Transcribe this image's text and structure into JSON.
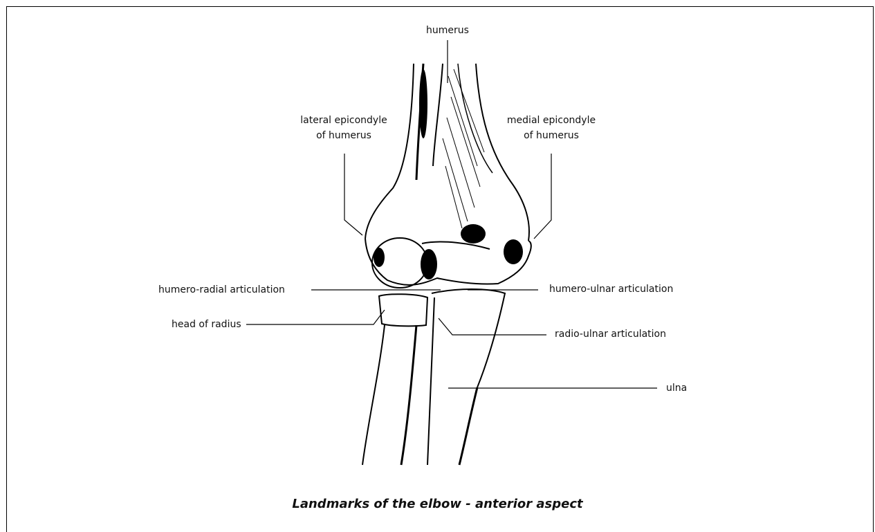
{
  "labels": {
    "humerus": "humerus",
    "lateral_epicondyle_1": "lateral epicondyle",
    "lateral_epicondyle_2": "of humerus",
    "medial_epicondyle_1": "medial epicondyle",
    "medial_epicondyle_2": "of humerus",
    "humero_radial": "humero-radial articulation",
    "humero_ulnar": "humero-ulnar articulation",
    "head_of_radius": "head of radius",
    "radio_ulnar": "radio-ulnar articulation",
    "ulna": "ulna"
  },
  "caption": "Landmarks of the elbow - anterior aspect"
}
